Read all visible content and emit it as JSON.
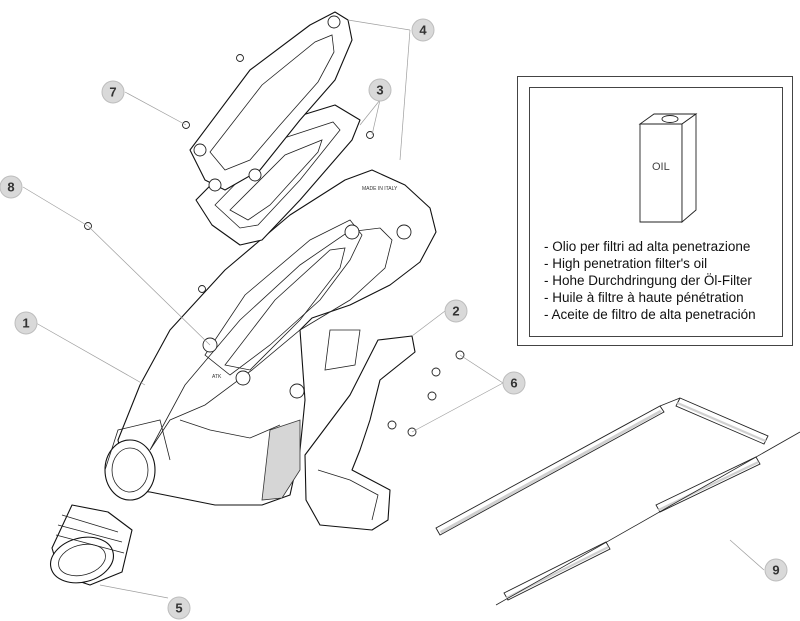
{
  "callouts": [
    {
      "number": "1"
    },
    {
      "number": "2"
    },
    {
      "number": "3"
    },
    {
      "number": "4"
    },
    {
      "number": "5"
    },
    {
      "number": "6"
    },
    {
      "number": "7"
    },
    {
      "number": "8"
    },
    {
      "number": "9"
    }
  ],
  "oil_box": {
    "can_label": "OIL",
    "lines": [
      "- Olio per filtri ad alta penetrazione",
      "- High penetration filter's oil",
      "- Hohe Durchdringung der Öl-Filter",
      "- Huile à filtre à haute pénétration",
      "- Aceite de filtro de alta penetración"
    ]
  },
  "colors": {
    "callout_fill": "#d9d9d9",
    "line": "#111111",
    "leader": "#9e9e9e"
  }
}
